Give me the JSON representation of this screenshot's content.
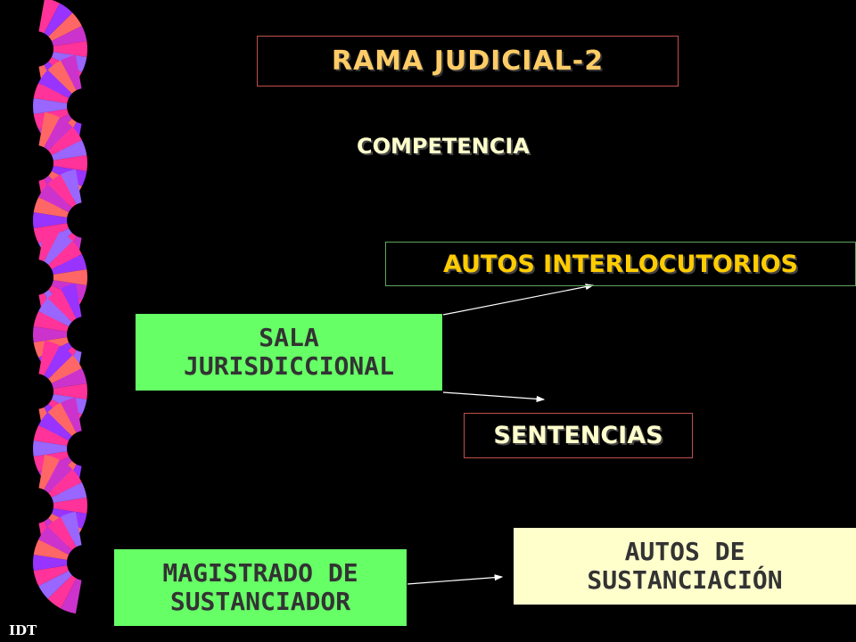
{
  "title": "RAMA JUDICIAL-2",
  "subtitle": "COMPETENCIA",
  "nodes": {
    "autos_interlocutorios": "AUTOS INTERLOCUTORIOS",
    "sala_line1": "SALA",
    "sala_line2": "JURISDICCIONAL",
    "sentencias": "SENTENCIAS",
    "magistrado_line1": "MAGISTRADO DE",
    "magistrado_line2": "SUSTANCIADOR",
    "autos_sus_line1": "AUTOS DE",
    "autos_sus_line2": "SUSTANCIACIÓN"
  },
  "footer": "IDT",
  "colors": {
    "background": "#000000",
    "box_green": "#66ff66",
    "box_cream": "#ffffcc",
    "title_text": "#ffcc66",
    "autos_text": "#ffcc00"
  }
}
